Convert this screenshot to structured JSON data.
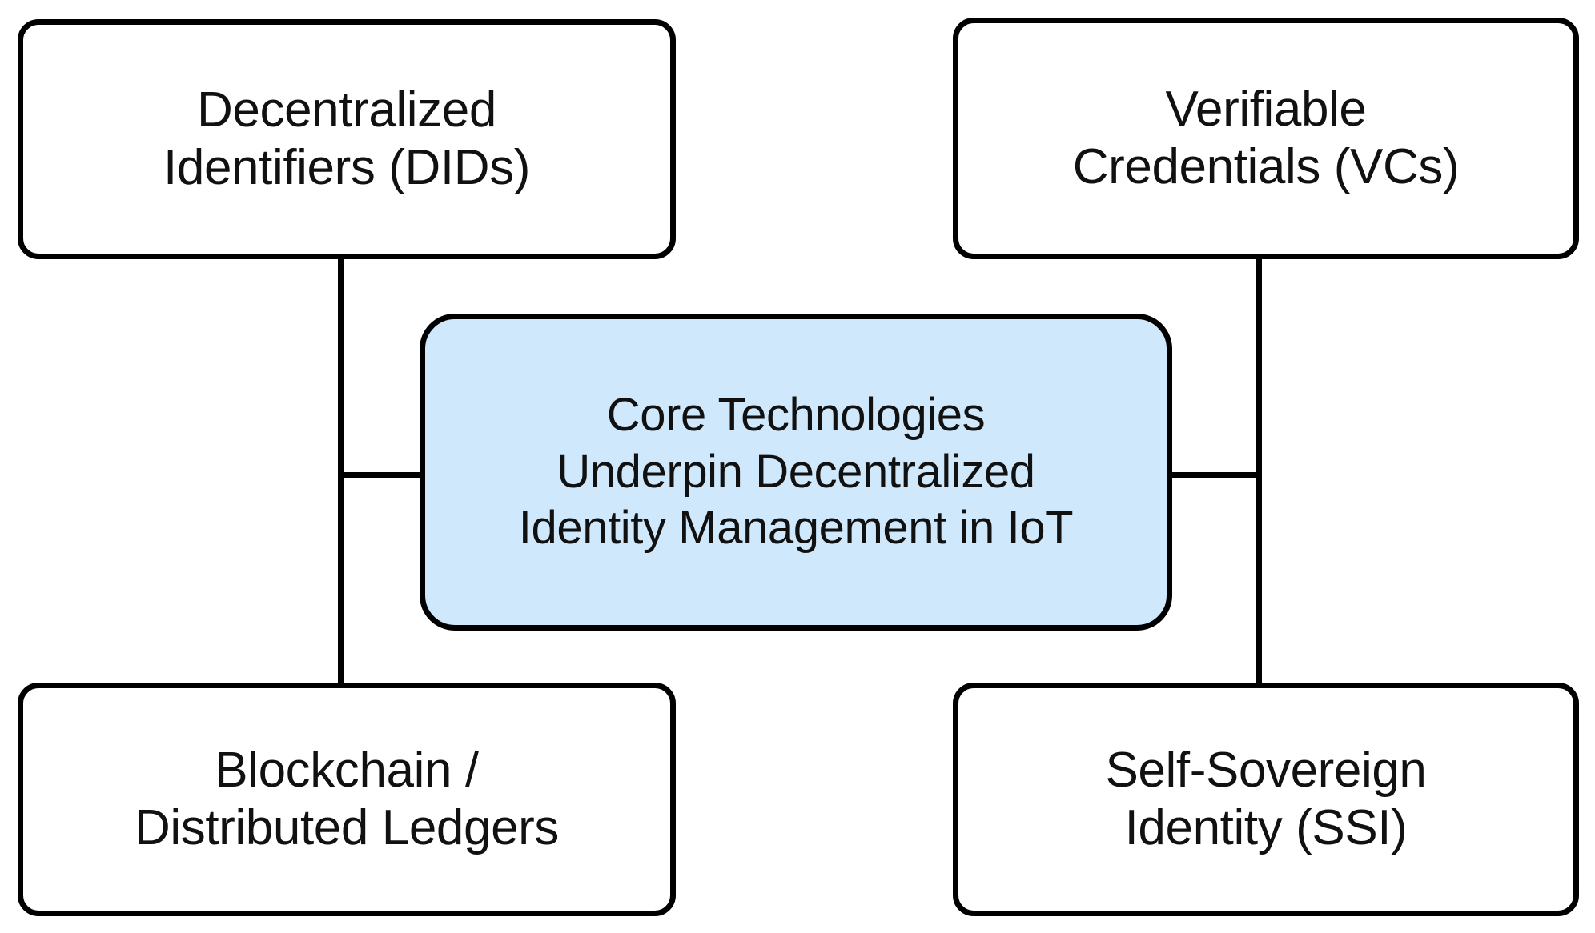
{
  "diagram": {
    "type": "concept-map",
    "background_color": "#ffffff",
    "line_color": "#000000",
    "center": {
      "id": "core-technologies",
      "label": "Core Technologies\nUnderpin Decentralized\nIdentity Management in IoT",
      "fill_color": "#d0e8fb",
      "border_color": "#000000"
    },
    "nodes": [
      {
        "id": "decentralized-identifiers",
        "label": "Decentralized\nIdentifiers (DIDs)",
        "position": "top-left",
        "fill_color": "#ffffff",
        "border_color": "#000000"
      },
      {
        "id": "verifiable-credentials",
        "label": "Verifiable\nCredentials (VCs)",
        "position": "top-right",
        "fill_color": "#ffffff",
        "border_color": "#000000"
      },
      {
        "id": "blockchain-distributed-ledgers",
        "label": "Blockchain /\nDistributed Ledgers",
        "position": "bottom-left",
        "fill_color": "#ffffff",
        "border_color": "#000000"
      },
      {
        "id": "self-sovereign-identity",
        "label": "Self-Sovereign\nIdentity (SSI)",
        "position": "bottom-right",
        "fill_color": "#ffffff",
        "border_color": "#000000"
      }
    ],
    "connections": [
      {
        "id": "left-vertical",
        "from": "decentralized-identifiers",
        "to": "blockchain-distributed-ledgers",
        "orientation": "vertical"
      },
      {
        "id": "right-vertical",
        "from": "verifiable-credentials",
        "to": "self-sovereign-identity",
        "orientation": "vertical"
      },
      {
        "id": "left-horizontal",
        "from": "left-vertical",
        "to": "core-technologies",
        "orientation": "horizontal"
      },
      {
        "id": "right-horizontal",
        "from": "core-technologies",
        "to": "right-vertical",
        "orientation": "horizontal"
      }
    ]
  }
}
